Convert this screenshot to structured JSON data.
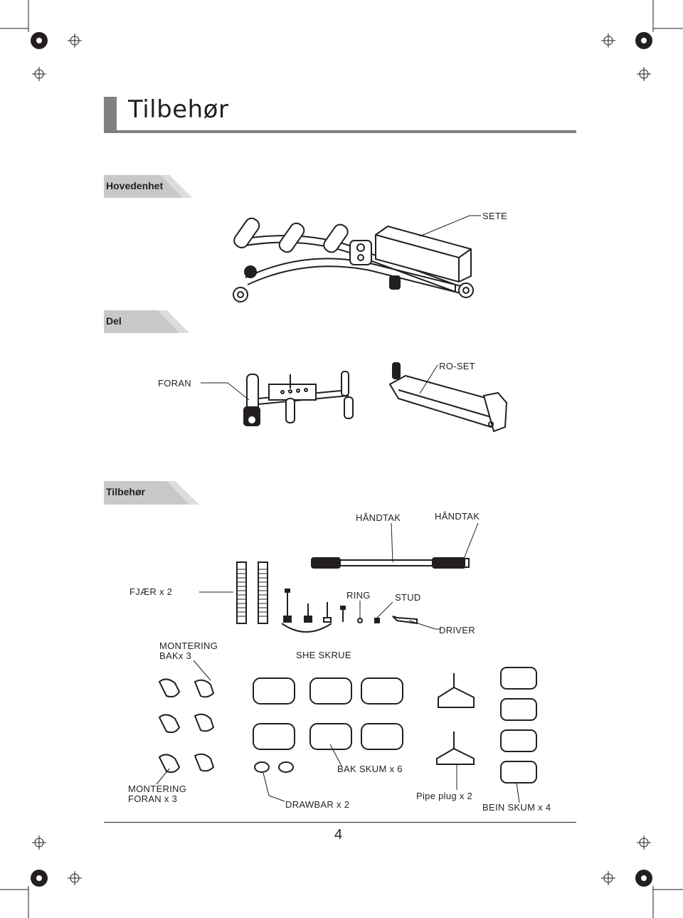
{
  "page": {
    "title": "Tilbehør",
    "page_number": "4"
  },
  "sections": {
    "main_unit": "Hovedenhet",
    "parts": "Del",
    "accessories": "Tilbehør"
  },
  "labels": {
    "seat": "SETE",
    "front": "FORAN",
    "rowing_set": "RO-SET",
    "handle_left": "HÅNDTAK",
    "handle_right": "HÅNDTAK",
    "springs": "FJÆR x 2",
    "ring": "RING",
    "stud": "STUD",
    "driver": "DRIVER",
    "rear_mount_line1": "MONTERING",
    "rear_mount_line2": "BAKx 3",
    "screw": "SHE SKRUE",
    "rear_foam": "BAK SKUM x 6",
    "front_mount_line1": "MONTERING",
    "front_mount_line2": "FORAN x 3",
    "drawbar": "DRAWBAR x 2",
    "pipe_plug": "Pipe plug x 2",
    "leg_foam": "BEIN SKUM x 4"
  },
  "colors": {
    "tab_fill": "#c8c8c8",
    "title_gray": "#808080",
    "ink": "#231f20"
  }
}
